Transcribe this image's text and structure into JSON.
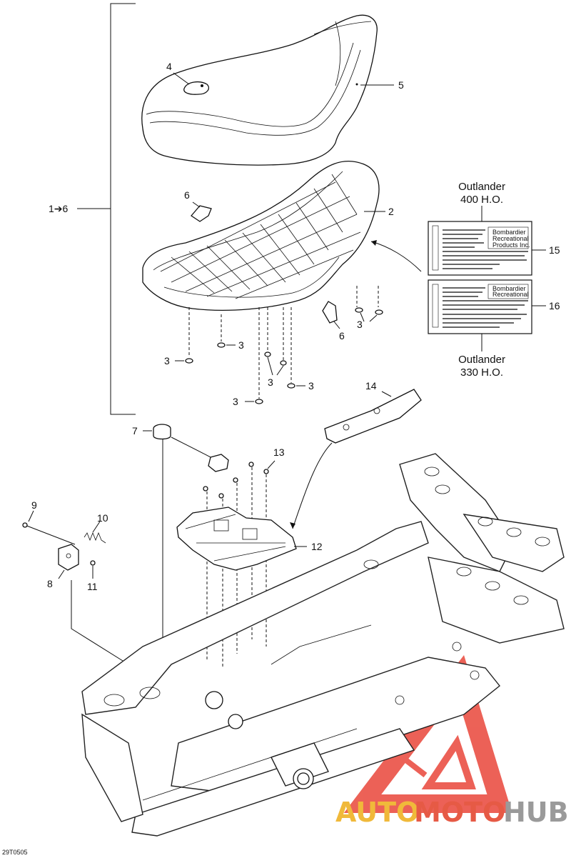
{
  "diagram_ref": "29T0505",
  "callouts": {
    "c1_6": "1➔6",
    "c2": "2",
    "c3": "3",
    "c4": "4",
    "c5": "5",
    "c6": "6",
    "c7": "7",
    "c8": "8",
    "c9": "9",
    "c10": "10",
    "c11": "11",
    "c12": "12",
    "c13": "13",
    "c14": "14",
    "c15": "15",
    "c16": "16"
  },
  "labels": {
    "label15": {
      "model": "Outlander",
      "variant": "400 H.O."
    },
    "label16": {
      "model": "Outlander",
      "variant": "330 H.O."
    },
    "company_text": [
      "Bombardier",
      "Recreational",
      "Products Inc."
    ]
  },
  "watermark": {
    "part1": "AUTO",
    "part2": "MOTO",
    "part3": "HUB",
    "color1": "#f0b93a",
    "color2": "#e65a45",
    "color3": "#9a9a9a",
    "logo_color": "#e9463a"
  }
}
